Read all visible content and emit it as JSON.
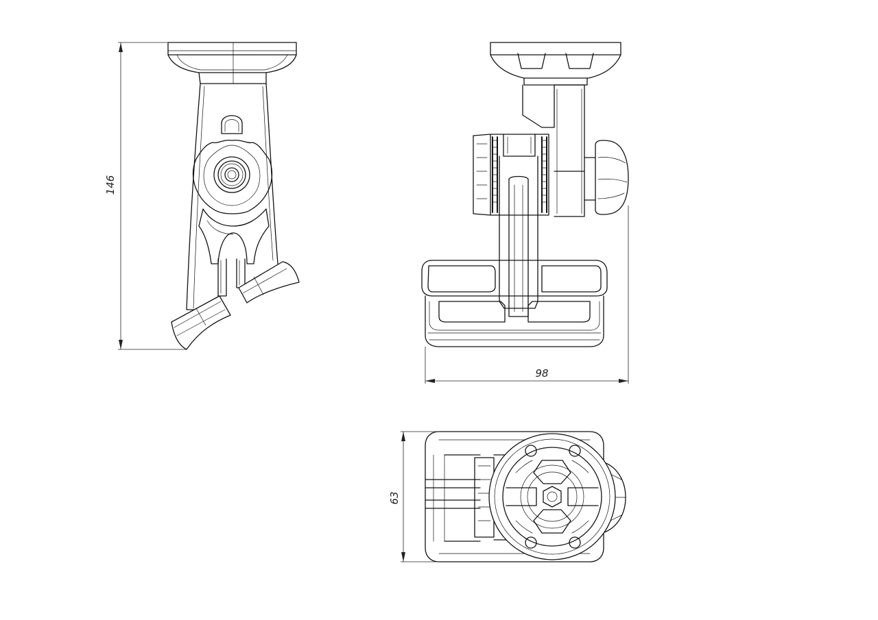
{
  "dimensions": {
    "height": "146",
    "width": "98",
    "depth": "63"
  },
  "colors": {
    "line": "#111111",
    "background": "#ffffff"
  }
}
